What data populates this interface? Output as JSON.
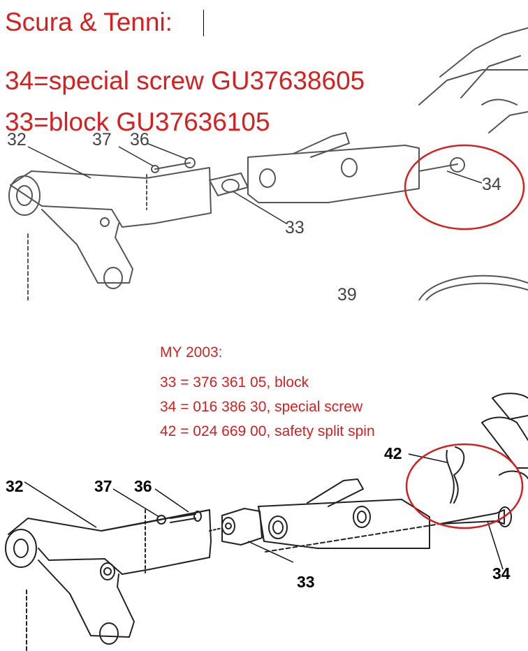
{
  "top": {
    "title": "Scura & Tenni:",
    "line_34": "34=special screw GU37638605",
    "line_33": "33=block GU37636105",
    "callouts": {
      "c32": "32",
      "c37": "37",
      "c36": "36",
      "c33": "33",
      "c34": "34",
      "c39": "39"
    }
  },
  "bottom": {
    "heading": "MY 2003:",
    "parts": [
      "33 = 376 361 05, block",
      "34 = 016 386 30, special screw",
      "42 = 024 669 00, safety split spin"
    ],
    "callouts": {
      "c32": "32",
      "c37": "37",
      "c36": "36",
      "c33": "33",
      "c34": "34",
      "c42": "42"
    }
  },
  "colors": {
    "annotation_red": "#d81e1e",
    "highlight_circle": "#d42020",
    "line_art": "#222222",
    "scan_gray": "#555555"
  }
}
